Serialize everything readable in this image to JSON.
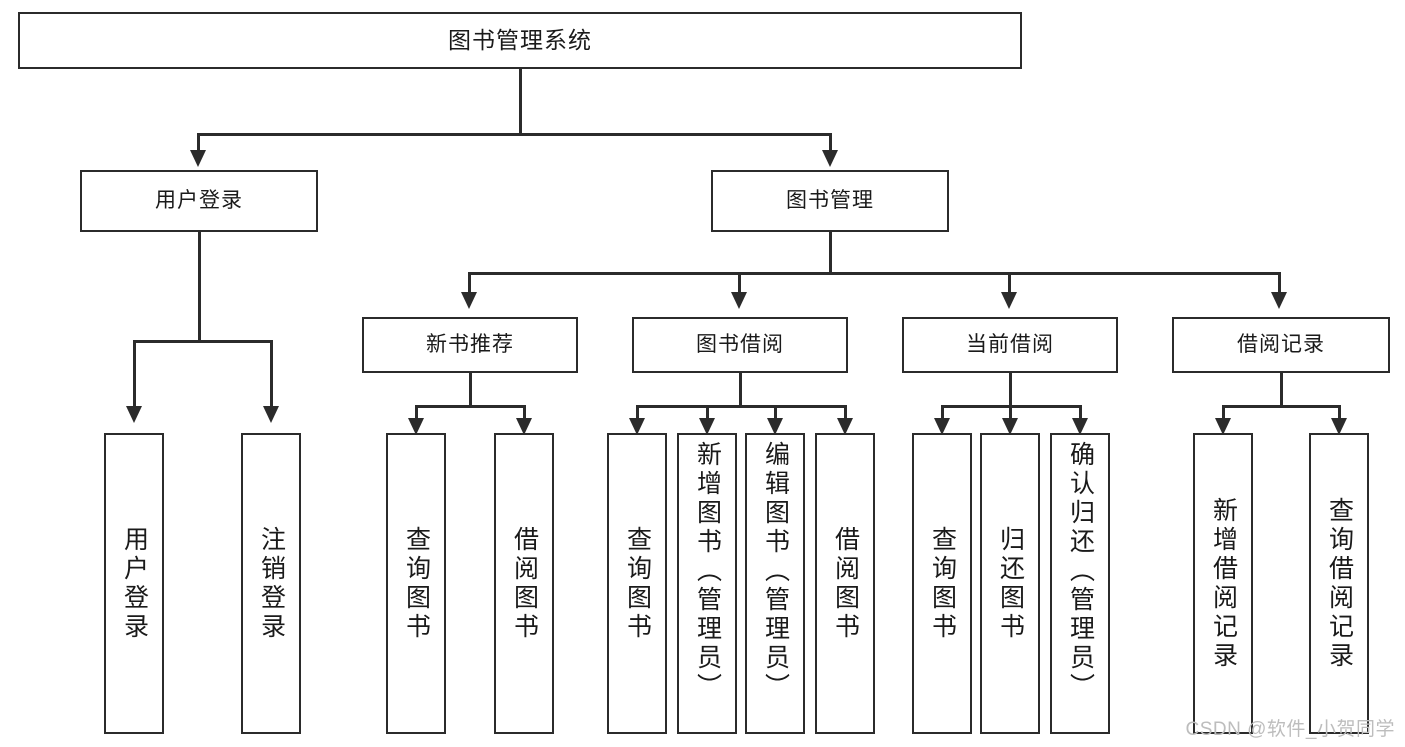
{
  "diagram": {
    "type": "tree",
    "title": "图书管理系统",
    "root": {
      "label": "图书管理系统"
    },
    "level2": [
      {
        "label": "用户登录"
      },
      {
        "label": "图书管理"
      }
    ],
    "level3": [
      {
        "label": "新书推荐"
      },
      {
        "label": "图书借阅"
      },
      {
        "label": "当前借阅"
      },
      {
        "label": "借阅记录"
      }
    ],
    "leaves": {
      "user_login": [
        {
          "label": "用户登录"
        },
        {
          "label": "注销登录"
        }
      ],
      "new_book": [
        {
          "label": "查询图书"
        },
        {
          "label": "借阅图书"
        }
      ],
      "book_borrow": [
        {
          "label": "查询图书"
        },
        {
          "label": "新增图书（管理员）"
        },
        {
          "label": "编辑图书（管理员）"
        },
        {
          "label": "借阅图书"
        }
      ],
      "current_borrow": [
        {
          "label": "查询图书"
        },
        {
          "label": "归还图书"
        },
        {
          "label": "确认归还（管理员）"
        }
      ],
      "borrow_record": [
        {
          "label": "新增借阅记录"
        },
        {
          "label": "查询借阅记录"
        }
      ]
    },
    "watermark": "CSDN @软件_小贺同学",
    "colors": {
      "stroke": "#2b2b2b",
      "background": "#ffffff",
      "text": "#1a1a1a",
      "watermark": "#bdbdbd"
    }
  }
}
